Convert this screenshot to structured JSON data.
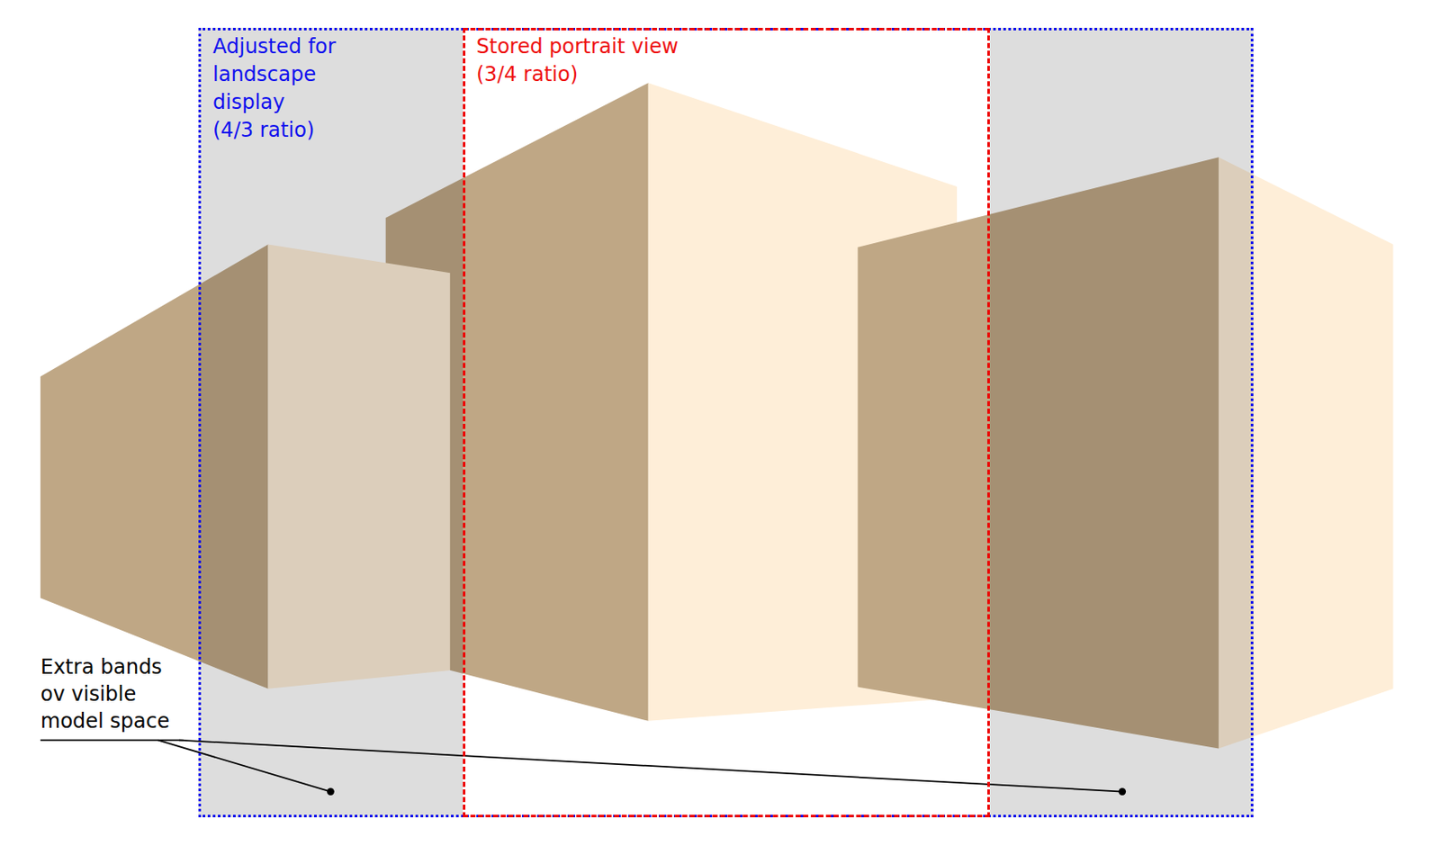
{
  "diagram": {
    "nodes": [
      {
        "text": [
          "Adjusted for landscape display (4/3 ratio)"
        ]
      },
      {
        "text": [
          "Stored portrait view (3/4 ratio)"
        ],
        "in": 0
      }
    ],
    "labels": [
      "Extra bands ov visible model space"
    ]
  }
}
